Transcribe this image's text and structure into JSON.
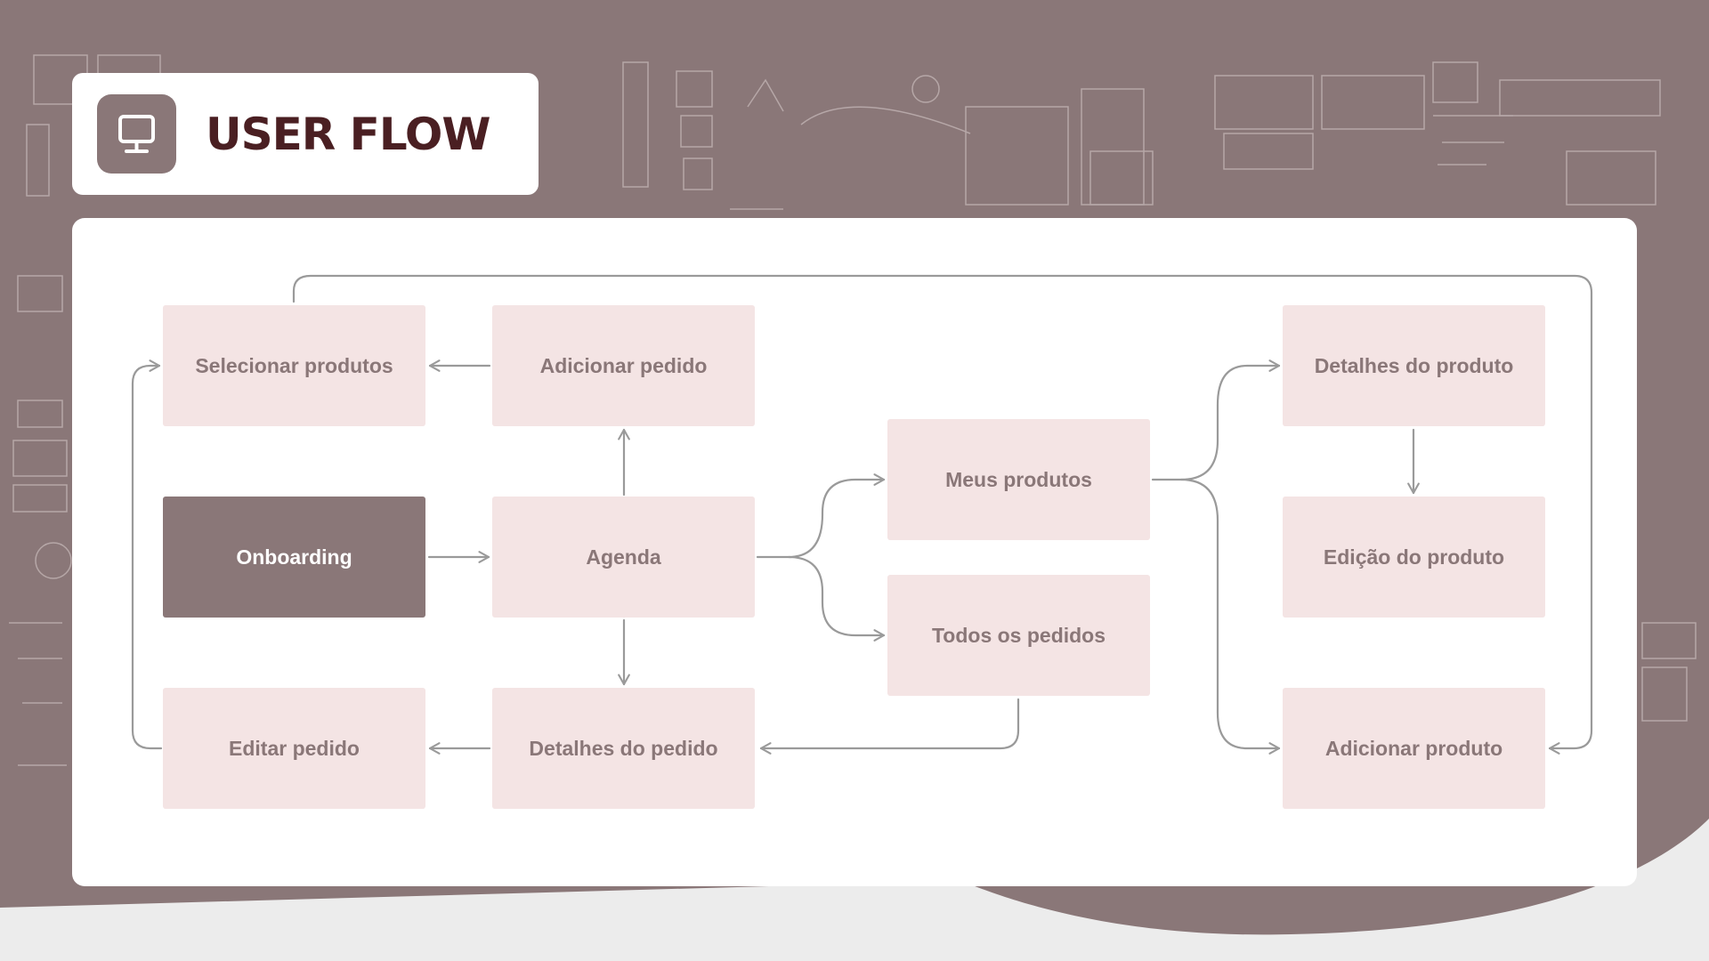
{
  "header": {
    "title": "USER FLOW",
    "icon": "monitor-icon"
  },
  "flow": {
    "nodes": {
      "selecionar_produtos": "Selecionar produtos",
      "adicionar_pedido": "Adicionar pedido",
      "onboarding": "Onboarding",
      "agenda": "Agenda",
      "editar_pedido": "Editar pedido",
      "detalhes_pedido": "Detalhes do pedido",
      "meus_produtos": "Meus produtos",
      "todos_pedidos": "Todos os pedidos",
      "detalhes_produto": "Detalhes do produto",
      "edicao_produto": "Edição do produto",
      "adicionar_produto": "Adicionar produto"
    }
  },
  "colors": {
    "brand": "#8a7778",
    "title_text": "#4a1f22",
    "node_fill": "#f4e4e4",
    "arrow": "#9a9a9a",
    "background_light": "#ececec"
  }
}
